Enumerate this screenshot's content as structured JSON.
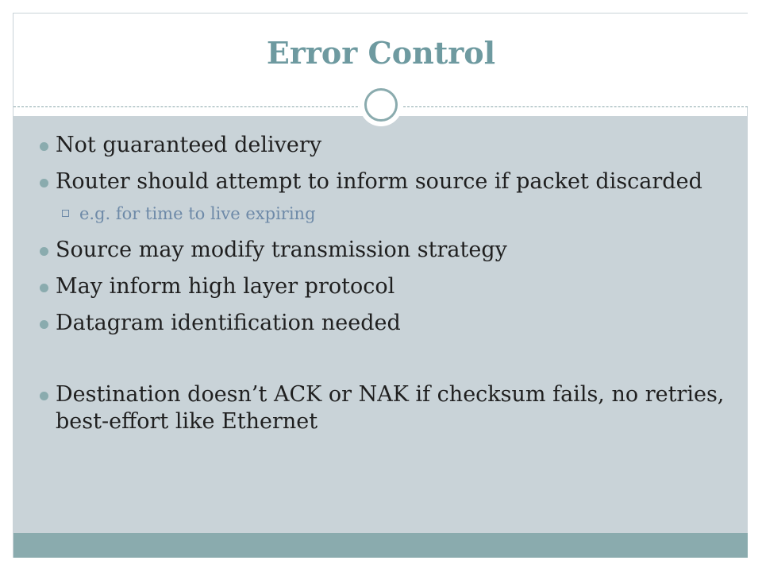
{
  "slide": {
    "title": "Error Control",
    "bullets": [
      "Not guaranteed delivery",
      "Router should attempt to inform source if packet discarded",
      "Source may modify transmission strategy",
      "May inform high layer protocol",
      "Datagram identification needed",
      "Destination doesn’t ACK or NAK if checksum fails, no retries, best-effort like Ethernet"
    ],
    "sub_bullets": [
      "e.g. for time to live expiring"
    ]
  },
  "colors": {
    "title": "#6e9aa0",
    "content_background": "#c9d3d8",
    "footer_bar": "#8aabae",
    "bullet_marker": "#8aabae",
    "sub_bullet_text": "#6e8aa8",
    "body_text": "#1f1f1f"
  }
}
